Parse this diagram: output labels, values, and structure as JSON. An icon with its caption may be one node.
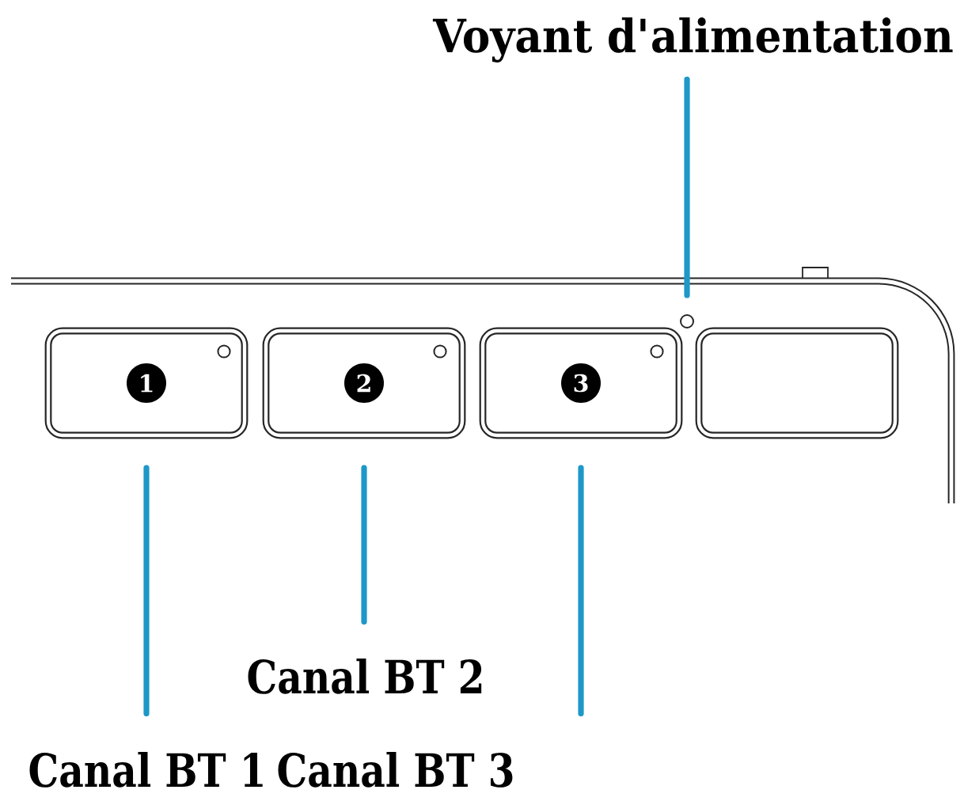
{
  "diagram": {
    "nodes": [
      {
        "text": [
          "Voyant d'alimentation"
        ]
      },
      {
        "text": [],
        "shape": "circle"
      },
      {
        "text": [
          "1"
        ]
      },
      {
        "text": [
          "2"
        ]
      },
      {
        "text": [
          "3"
        ]
      },
      {
        "text": [],
        "shape": "box"
      },
      {
        "text": [
          "Canal BT 2"
        ]
      },
      {
        "text": [
          "Canal BT 1"
        ]
      },
      {
        "text": [
          "Canal BT 3"
        ]
      }
    ],
    "edges": [
      {
        "from": 0,
        "to": 1,
        "arrow": "none"
      },
      {
        "from": 7,
        "to": 2,
        "arrow": "none"
      },
      {
        "from": 6,
        "to": 3,
        "arrow": "none"
      },
      {
        "from": 8,
        "to": 4,
        "arrow": "none"
      }
    ]
  }
}
